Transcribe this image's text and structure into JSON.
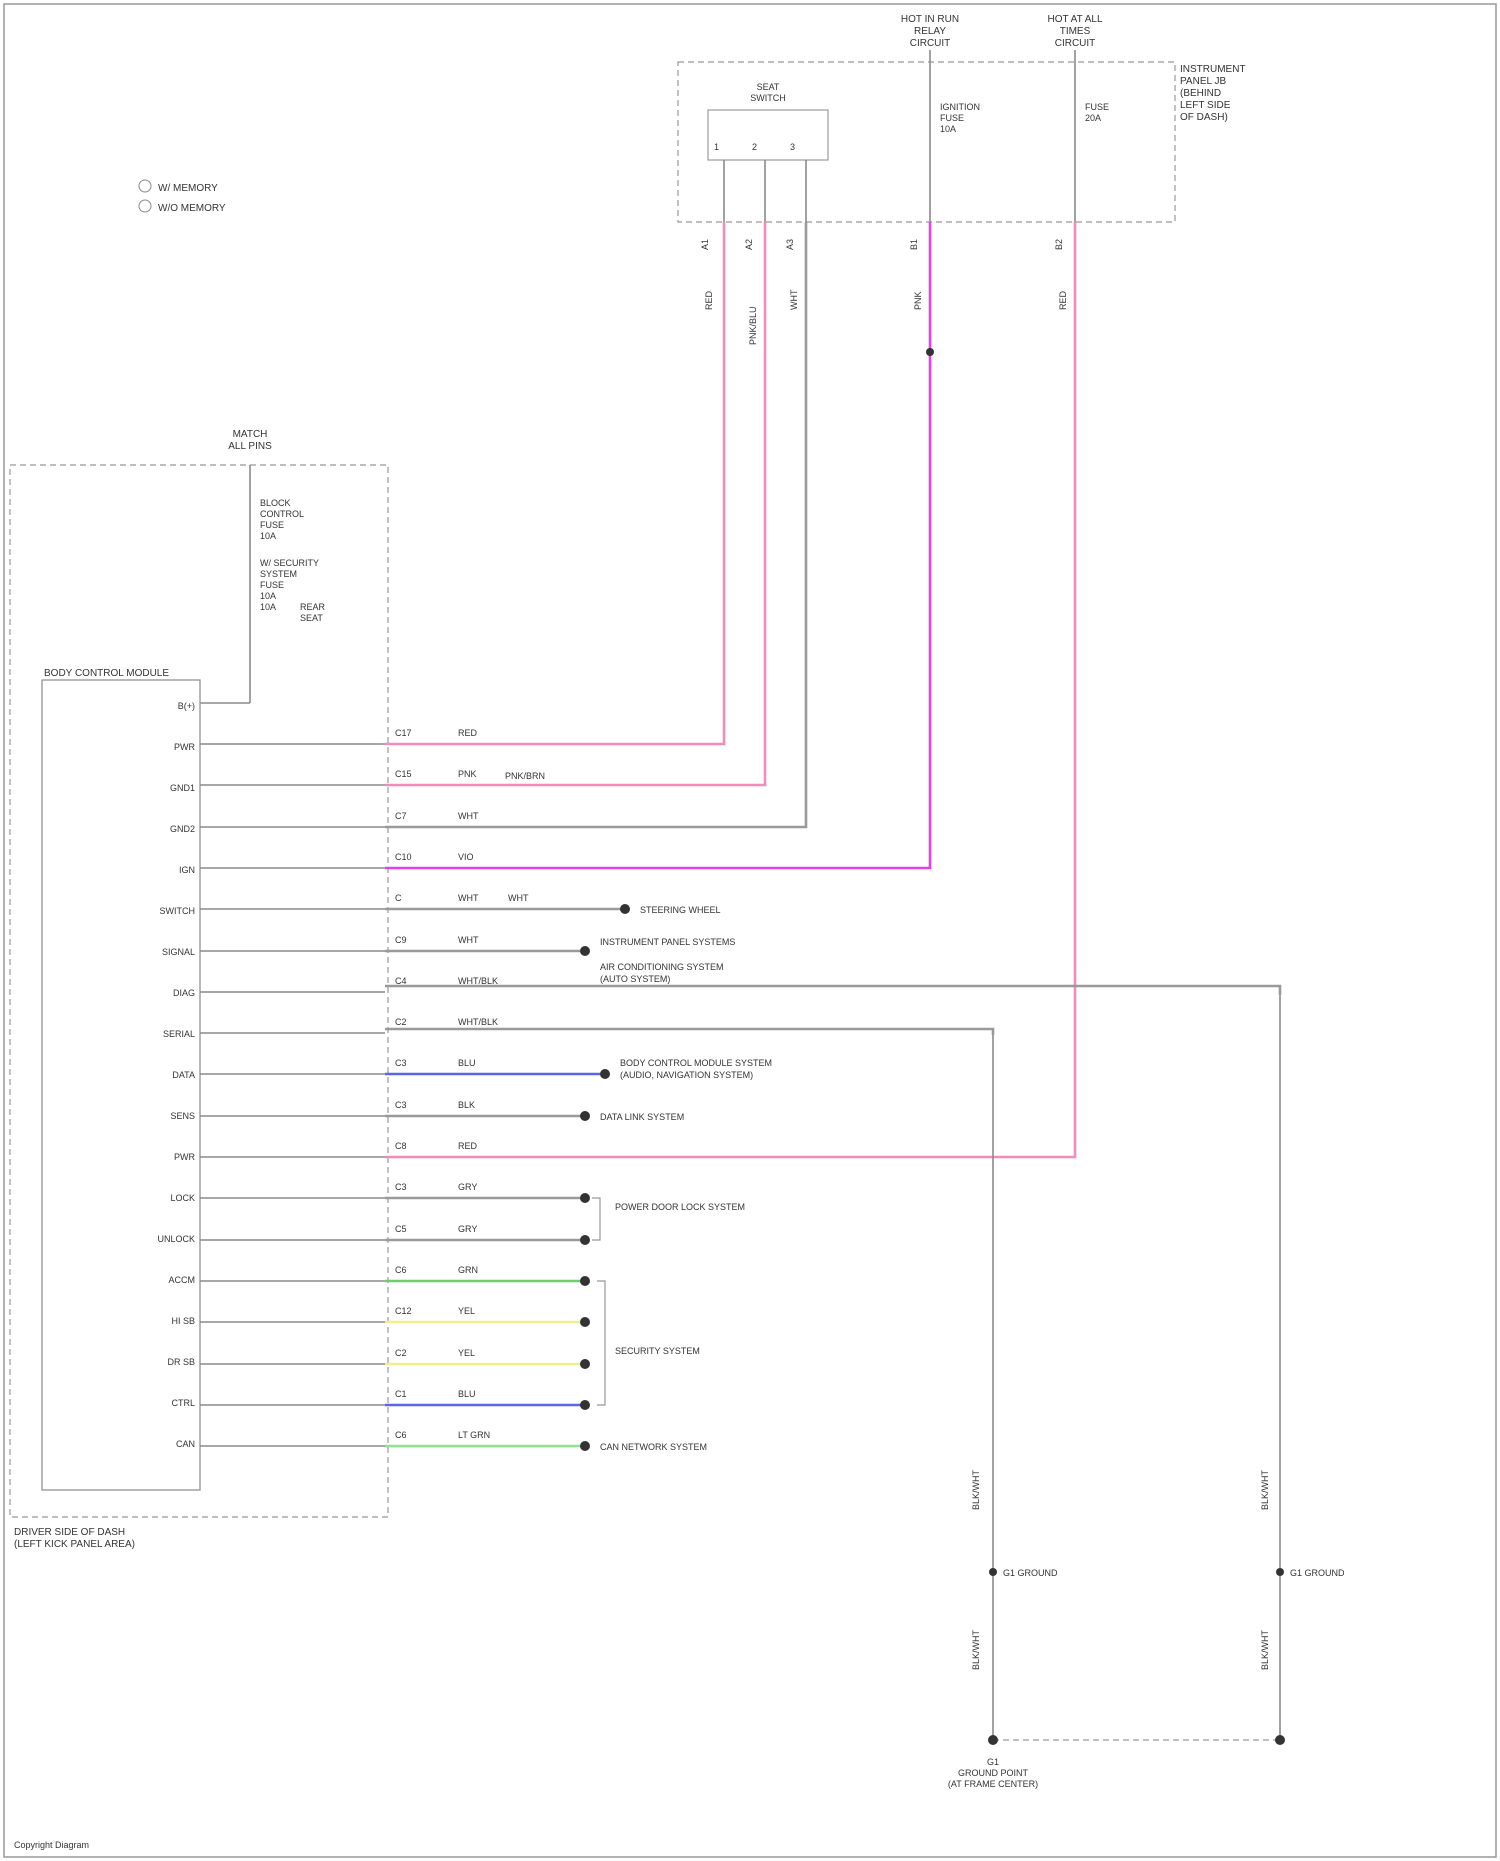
{
  "legend": [
    "W/ MEMORY",
    "W/O MEMORY"
  ],
  "top_sources": [
    {
      "id": "src1",
      "label": "HOT IN RUN\nRELAY\nCIRCUIT"
    },
    {
      "id": "src2",
      "label": "HOT AT ALL\nTIMES\nCIRCUIT"
    }
  ],
  "top_box": {
    "label": "INSTRUMENT\nPANEL JB\n(BEHIND\nLEFT SIDE\nOF DASH)",
    "switch_label": "SEAT\nSWITCH",
    "fuses": [
      "IGNITION\nFUSE\n10A",
      "FUSE\n20A"
    ],
    "switch_pins": [
      "1",
      "2",
      "3"
    ],
    "connector_pins": [
      "A1",
      "A2",
      "A3",
      "B1",
      "B2"
    ]
  },
  "vertical_wires": [
    {
      "code": "RED",
      "color": "RED"
    },
    {
      "code": "PNK/BLU",
      "color": "PNK"
    },
    {
      "code": "WHT",
      "color": "WHT"
    },
    {
      "code": "PNK",
      "color": "VIO"
    },
    {
      "code": "RED",
      "color": "RED"
    }
  ],
  "module": {
    "title": "BODY CONTROL MODULE",
    "header": "MATCH\nALL PINS",
    "fuse_note": "BLOCK\nCONTROL\nFUSE\n10A",
    "fuse_note2": "W/ SECURITY\nSYSTEM\nFUSE\n10A\n10A",
    "side_label": "REAR\nSEAT",
    "location": "DRIVER SIDE OF DASH\n(LEFT KICK PANEL AREA)",
    "pins": [
      "B(+)",
      "PWR",
      "GND1",
      "GND2",
      "IGN",
      "SWITCH",
      "SIGNAL",
      "DIAG",
      "SERIAL",
      "DATA",
      "SENS",
      "PWR",
      "LOCK",
      "UNLOCK",
      "ACCM",
      "HI SB",
      "DR SB",
      "CTRL",
      "CAN"
    ]
  },
  "rows": [
    {
      "pin": "C17",
      "wire": "RED",
      "dest": ""
    },
    {
      "pin": "C15",
      "wire": "PNK",
      "dest": "PNK/BRN"
    },
    {
      "pin": "C7",
      "wire": "WHT",
      "dest": ""
    },
    {
      "pin": "C10",
      "wire": "VIO",
      "dest": ""
    },
    {
      "pin": "C",
      "wire": "WHT",
      "dest": "STEERING WHEEL"
    },
    {
      "pin": "C9",
      "wire": "WHT",
      "dest": "INSTRUMENT PANEL SYSTEMS"
    },
    {
      "pin": "C4",
      "wire": "WHT/BLK",
      "dest": "AIR CONDITIONING SYSTEM\n(AUTO SYSTEM)"
    },
    {
      "pin": "C2",
      "wire": "WHT/BLK",
      "dest": ""
    },
    {
      "pin": "C3",
      "wire": "BLU",
      "dest": "BODY CONTROL MODULE SYSTEM\n(AUDIO, NAVIGATION SYSTEM)"
    },
    {
      "pin": "C3",
      "wire": "BLK",
      "dest": "DATA LINK SYSTEM"
    },
    {
      "pin": "C8",
      "wire": "RED",
      "dest": ""
    },
    {
      "pin": "C3",
      "wire": "GRY",
      "dest": ""
    },
    {
      "pin": "C5",
      "wire": "GRY",
      "dest": "POWER DOOR LOCK SYSTEM"
    },
    {
      "pin": "C6",
      "wire": "GRN",
      "dest": ""
    },
    {
      "pin": "C12",
      "wire": "YEL",
      "dest": ""
    },
    {
      "pin": "C2",
      "wire": "YEL",
      "dest": "SECURITY SYSTEM"
    },
    {
      "pin": "C1",
      "wire": "BLU",
      "dest": ""
    },
    {
      "pin": "C6",
      "wire": "LT GRN",
      "dest": "CAN NETWORK SYSTEM"
    }
  ],
  "grounds": [
    {
      "id": "g1",
      "label": "G1 GROUND"
    },
    {
      "id": "g2",
      "label": "G1 GROUND"
    }
  ],
  "ground_wire": "BLK/WHT",
  "ground_point": "G1\nGROUND POINT\n(AT FRAME CENTER)",
  "footer": "Copyright Diagram",
  "colors": {
    "pink": "#f48bb8",
    "violet": "#e640e6",
    "gray": "#9a9a9a",
    "blue": "#5a66e8",
    "green": "#6bd06b",
    "yellow": "#f0f08a",
    "light_green": "#8ce48c",
    "black": "#333333"
  }
}
